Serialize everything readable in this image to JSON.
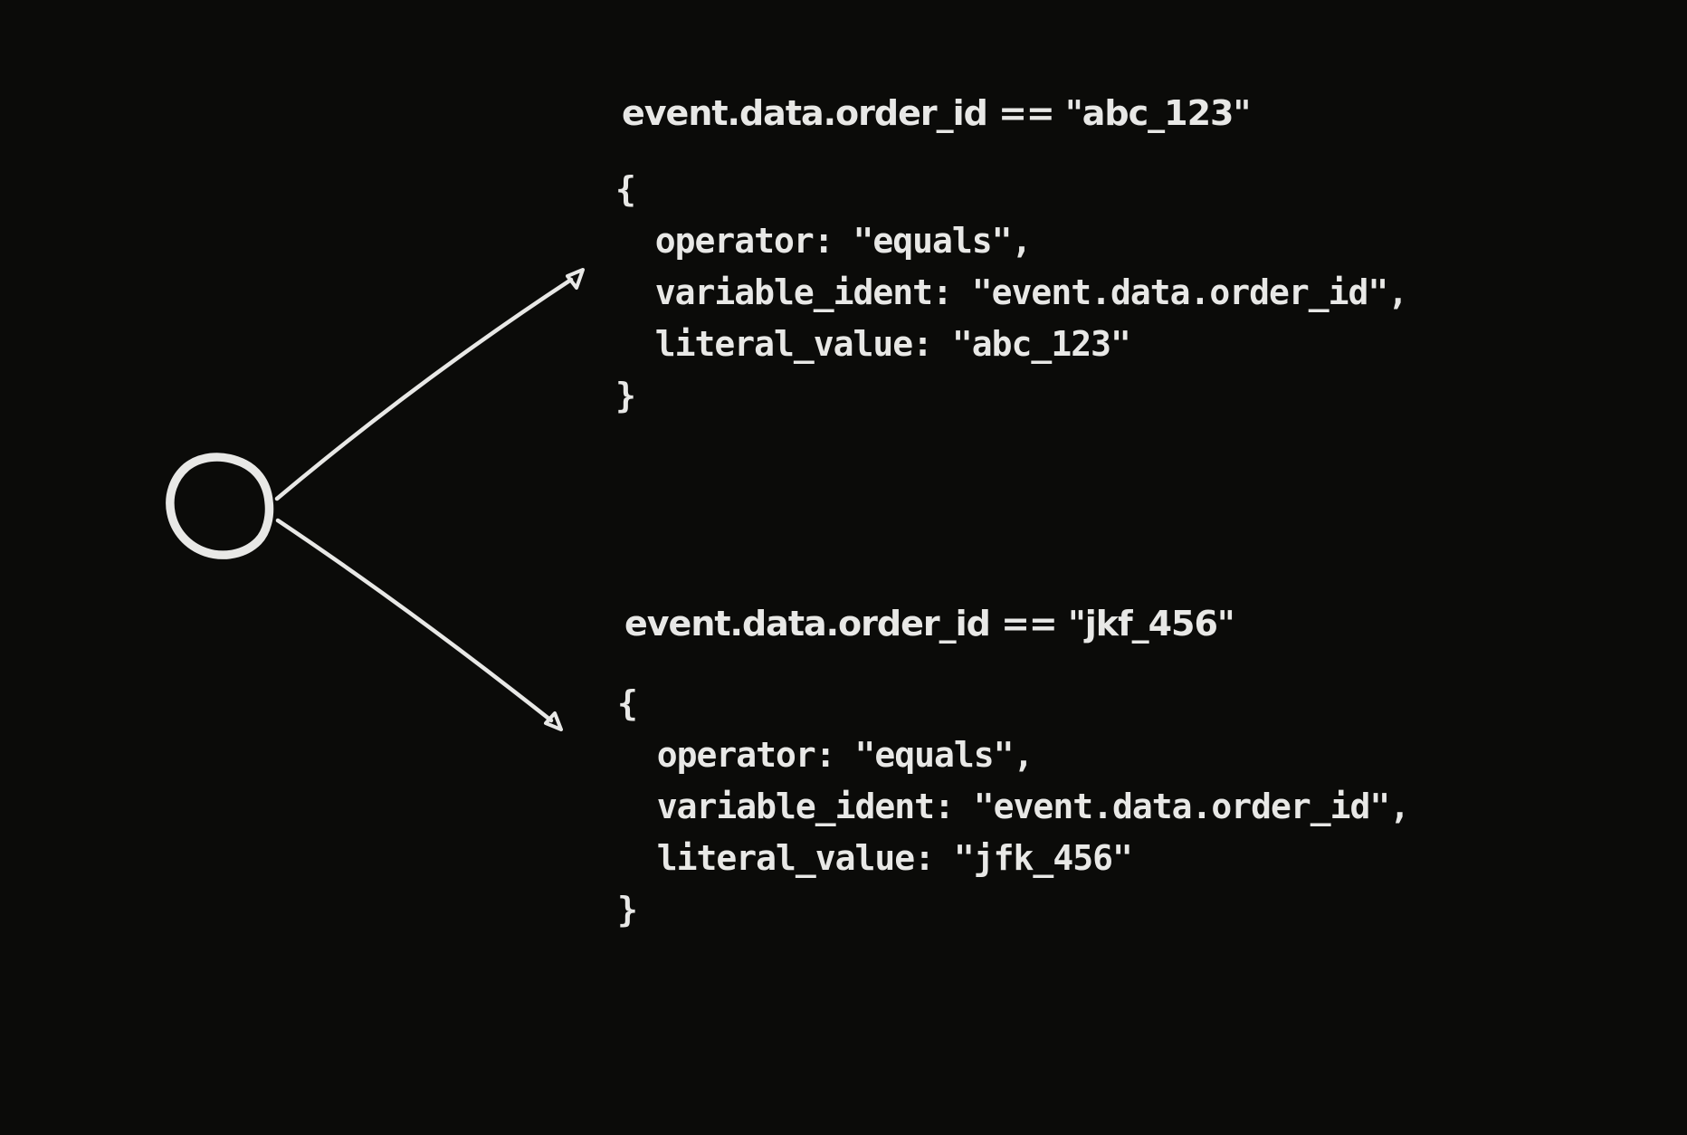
{
  "diagram": {
    "background_color": "#0b0b09",
    "stroke_color": "#e8e8e6",
    "node": {
      "shape": "circle",
      "label": ""
    },
    "branches": [
      {
        "title": "event.data.order_id == \"abc_123\"",
        "code": "{\n  operator: \"equals\",\n  variable_ident: \"event.data.order_id\",\n  literal_value: \"abc_123\"\n}"
      },
      {
        "title": "event.data.order_id == \"jkf_456\"",
        "code": "{\n  operator: \"equals\",\n  variable_ident: \"event.data.order_id\",\n  literal_value: \"jfk_456\"\n}"
      }
    ]
  }
}
